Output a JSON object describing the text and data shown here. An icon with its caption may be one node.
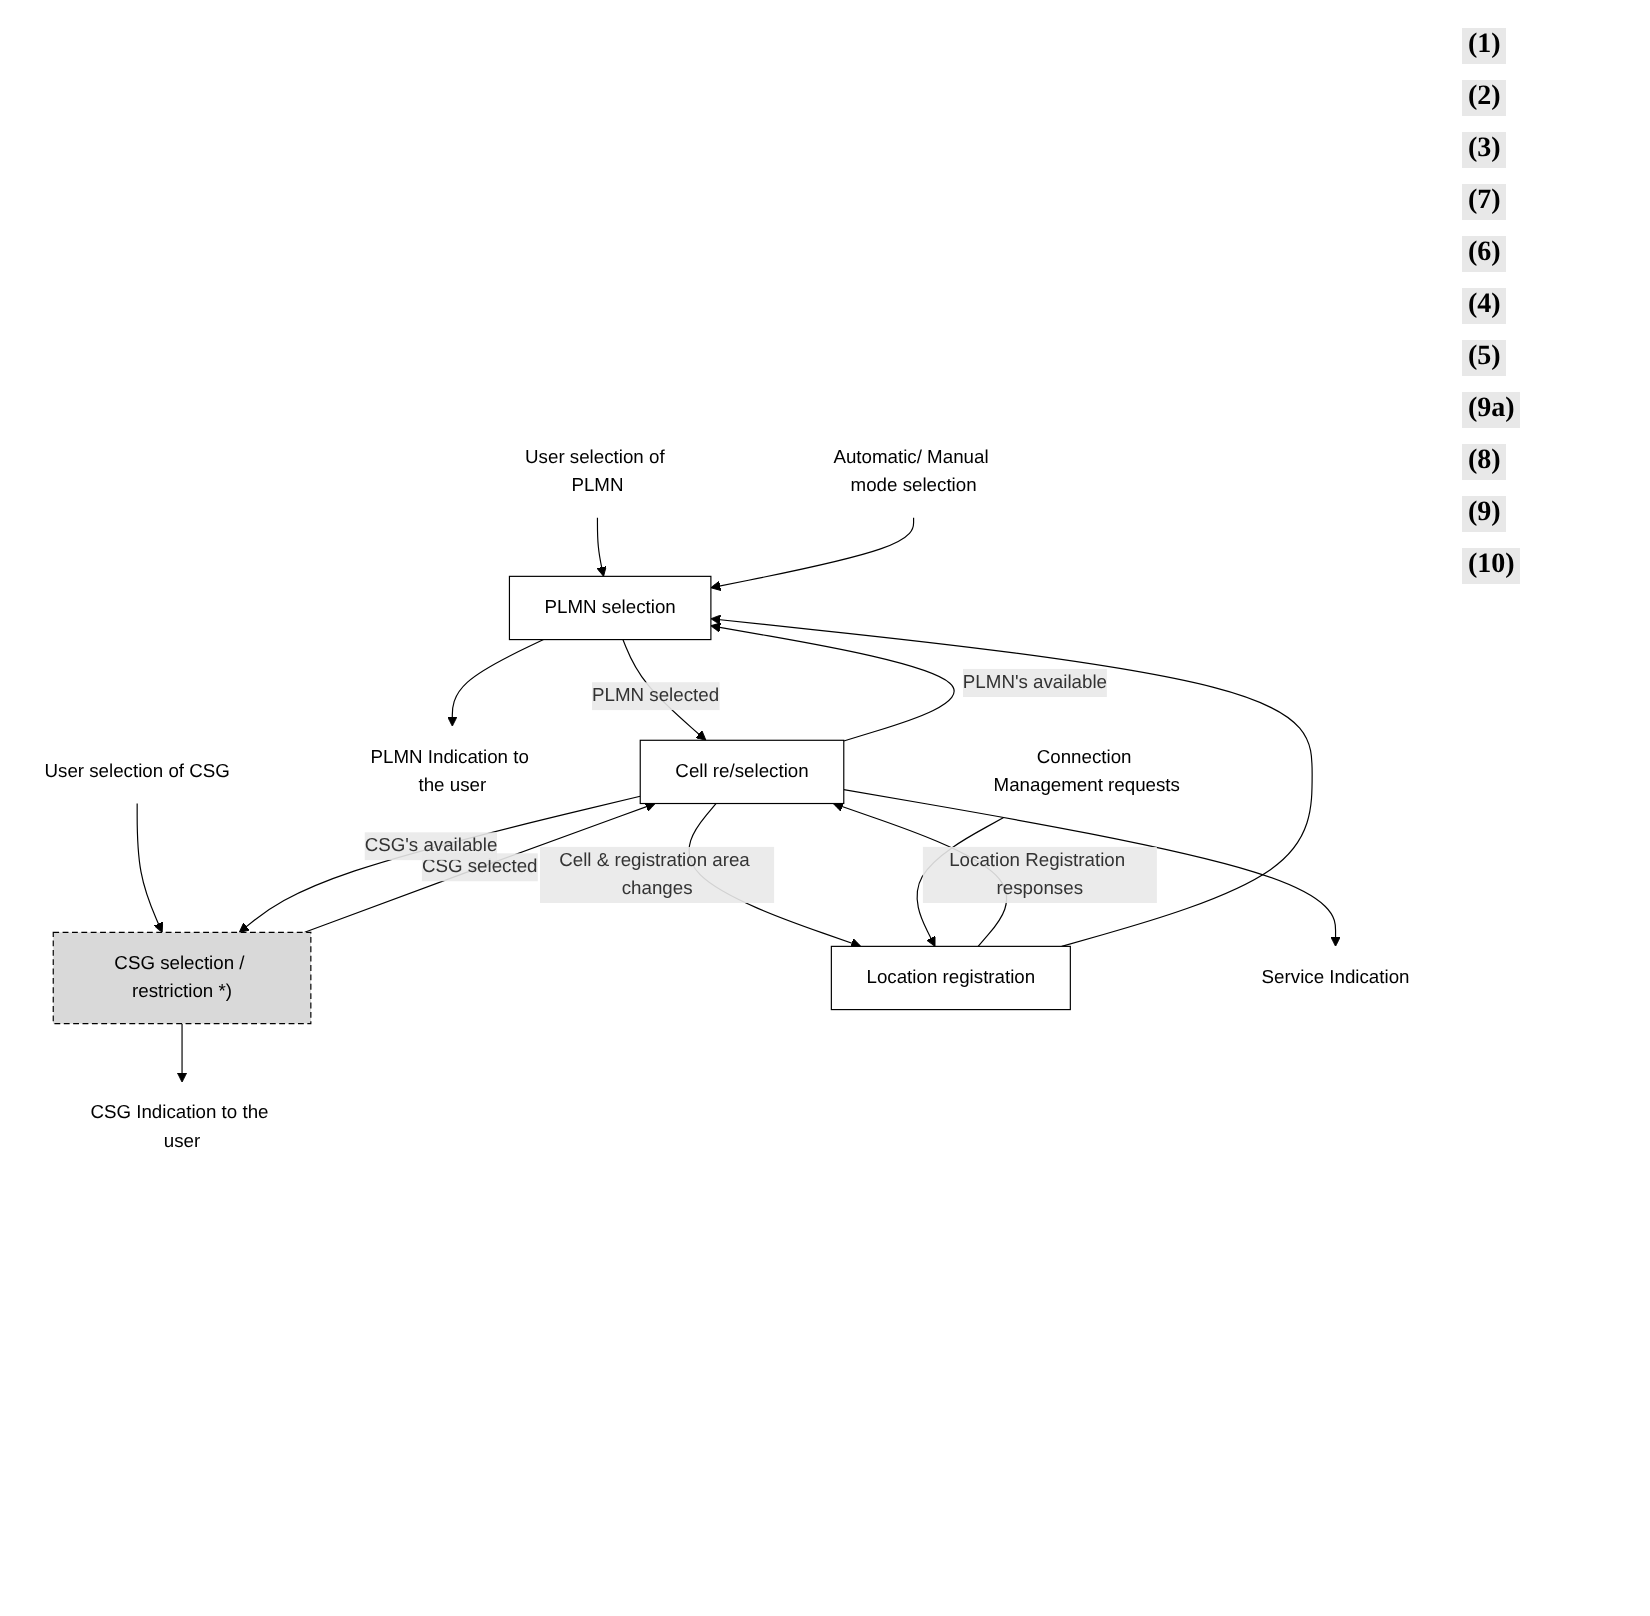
{
  "diagram": {
    "nodes": [
      {
        "text": [
          "PLMN selection"
        ]
      },
      {
        "text": [
          "CSG selection / restriction *)"
        ]
      },
      {
        "text": [
          "Cell re/selection"
        ]
      },
      {
        "text": [
          "Location registration"
        ]
      },
      {
        "text": [
          "User selection of PLMN"
        ]
      },
      {
        "text": [
          "Automatic/ Manual mode selection"
        ]
      },
      {
        "text": [
          "PLMN Indication to the user"
        ]
      },
      {
        "text": [
          "Service Indication"
        ]
      },
      {
        "text": [
          "User selection of CSG"
        ]
      },
      {
        "text": [
          "CSG Indication to the user"
        ]
      },
      {
        "text": [
          "Connection Management requests"
        ]
      }
    ],
    "edges": [
      {
        "from": 4,
        "to": 0,
        "arrow": "to"
      },
      {
        "from": 5,
        "to": 0,
        "arrow": "to"
      },
      {
        "from": 0,
        "to": 6,
        "arrow": "to"
      },
      {
        "from": 2,
        "to": 7,
        "arrow": "to"
      },
      {
        "from": 8,
        "to": 1,
        "arrow": "to"
      },
      {
        "from": 1,
        "to": 9,
        "arrow": "to"
      },
      {
        "from": 0,
        "to": 2,
        "arrow": "to",
        "label": "PLMN selected"
      },
      {
        "from": 2,
        "to": 0,
        "arrow": "to",
        "label": "PLMN's available"
      },
      {
        "from": 1,
        "to": 2,
        "arrow": "to",
        "label": "CSG selected"
      },
      {
        "from": 2,
        "to": 1,
        "arrow": "to",
        "label": "CSG's available"
      },
      {
        "from": 2,
        "to": 3,
        "arrow": "to",
        "label": "Cell & registration area changes"
      },
      {
        "from": 3,
        "to": 2,
        "arrow": "to",
        "label": "Location Registration responses"
      },
      {
        "from": 3,
        "to": 0,
        "arrow": "to"
      },
      {
        "from": 10,
        "to": 3,
        "arrow": "to"
      }
    ],
    "labels": [
      "(1)",
      "(2)",
      "(3)",
      "(7)",
      "(6)",
      "(4)",
      "(5)",
      "(9a)",
      "(8)",
      "(9)",
      "(10)"
    ]
  }
}
